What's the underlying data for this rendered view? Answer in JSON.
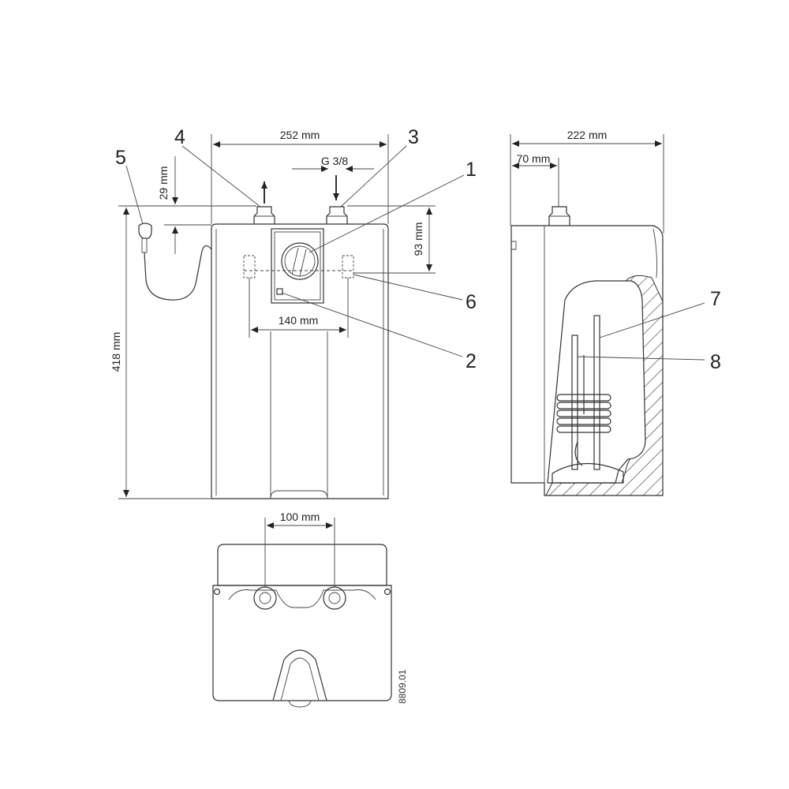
{
  "dimensions": {
    "front_width": "252 mm",
    "thread": "G 3/8",
    "side_depth": "222 mm",
    "side_offset": "70 mm",
    "top_offset": "29 mm",
    "cover_height": "93 mm",
    "fixing_spacing": "140 mm",
    "height": "418 mm",
    "connector_spacing": "100 mm"
  },
  "labels": {
    "item1": "1",
    "item2": "2",
    "item3": "3",
    "item4": "4",
    "item5": "5",
    "item6": "6",
    "item7": "7",
    "item8": "8"
  },
  "drawing_code": "8809.01"
}
